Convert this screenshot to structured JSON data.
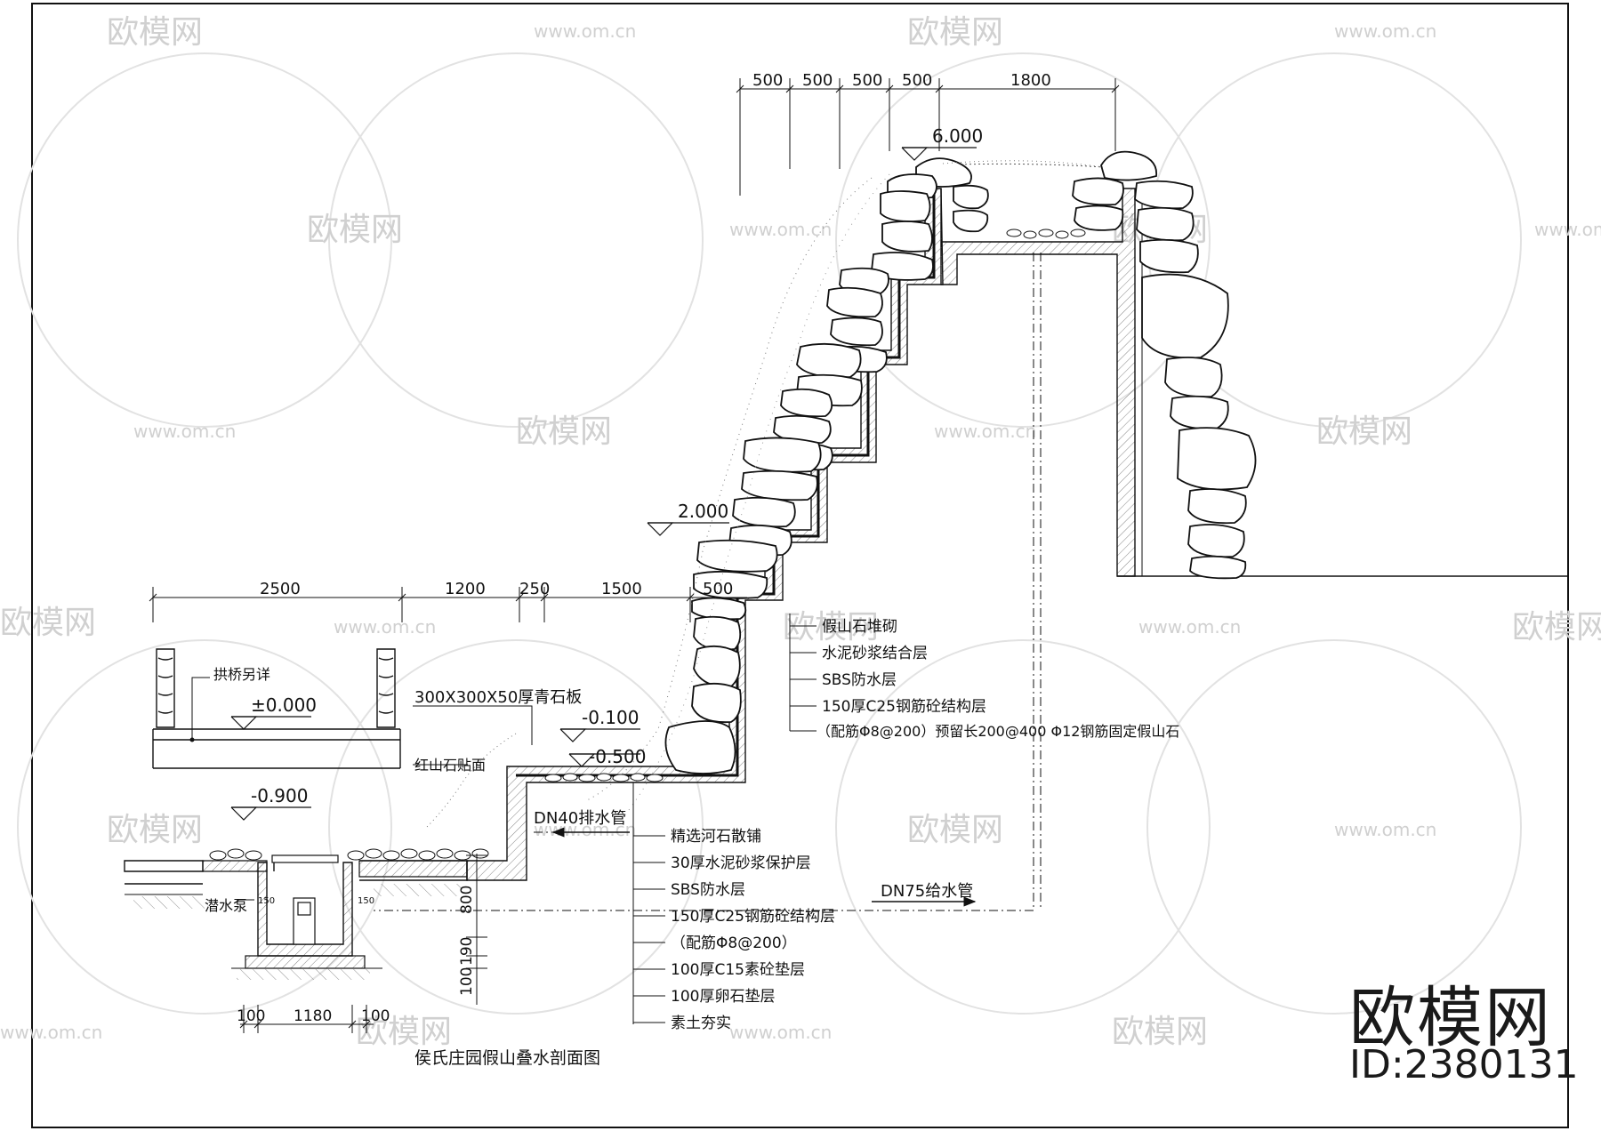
{
  "title": "侯氏庄园假山叠水剖面图",
  "elevations": {
    "top": "6.000",
    "mid": "2.000",
    "bridge": "±0.000",
    "pool_edge": "-0.100",
    "pool_bottom": "-0.500",
    "ground": "-0.900"
  },
  "dims_top": [
    "500",
    "500",
    "500",
    "500",
    "1800"
  ],
  "dims_mid": [
    "2500",
    "1200",
    "250",
    "1500",
    "500"
  ],
  "dims_pit_h": [
    "100",
    "1180",
    "100"
  ],
  "dims_pit_v": [
    "800",
    "190",
    "100"
  ],
  "pit_side": [
    "150",
    "150"
  ],
  "labels": {
    "bridge": "拱桥另详",
    "slab": "300X300X50厚青石板",
    "red_stone": "红山石贴面",
    "drain": "DN40排水管",
    "supply": "DN75给水管",
    "pump": "潜水泵"
  },
  "upper_layers": [
    "假山石堆砌",
    "水泥砂浆结合层",
    "SBS防水层",
    "150厚C25钢筋砼结构层",
    "（配筋Φ8@200）预留长200@400 Φ12钢筋固定假山石"
  ],
  "lower_layers": [
    "精选河石散铺",
    "30厚水泥砂浆保护层",
    "SBS防水层",
    "150厚C25钢筋砼结构层",
    "（配筋Φ8@200）",
    "100厚C15素砼垫层",
    "100厚卵石垫层",
    "素土夯实"
  ],
  "watermark": {
    "logo": "欧模网",
    "url": "www.om.cn"
  },
  "brand": {
    "name": "欧模网",
    "id": "ID:2380131"
  }
}
